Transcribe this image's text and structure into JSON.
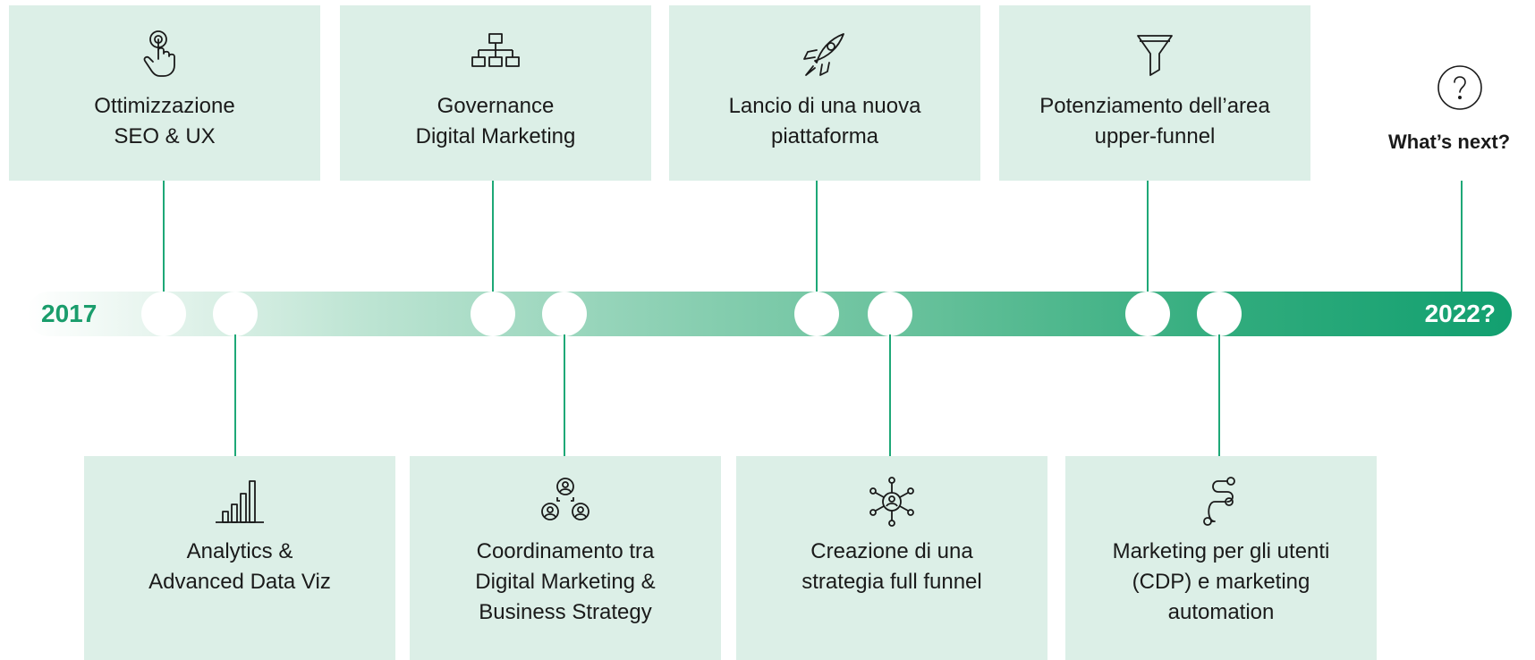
{
  "timeline": {
    "start_year": "2017",
    "end_year": "2022?",
    "colors": {
      "card_background": "#dcefe7",
      "accent": "#1ea877",
      "year_start": "#1a9d6c"
    }
  },
  "milestones_top": [
    {
      "icon": "tap-finger-icon",
      "label": "Ottimizzazione\nSEO & UX"
    },
    {
      "icon": "org-chart-icon",
      "label": "Governance\nDigital Marketing"
    },
    {
      "icon": "rocket-icon",
      "label": "Lancio di una nuova\npiattaforma"
    },
    {
      "icon": "funnel-icon",
      "label": "Potenziamento dell’area\nupper-funnel"
    }
  ],
  "milestones_bottom": [
    {
      "icon": "bar-chart-icon",
      "label": "Analytics &\nAdvanced Data Viz"
    },
    {
      "icon": "people-network-icon",
      "label": "Coordinamento tra\nDigital Marketing &\nBusiness Strategy"
    },
    {
      "icon": "hub-network-icon",
      "label": "Creazione di una\nstrategia full funnel"
    },
    {
      "icon": "path-journey-icon",
      "label": "Marketing per gli utenti\n(CDP) e marketing\nautomation"
    }
  ],
  "next": {
    "icon": "question-circle-icon",
    "label": "What’s next?"
  }
}
